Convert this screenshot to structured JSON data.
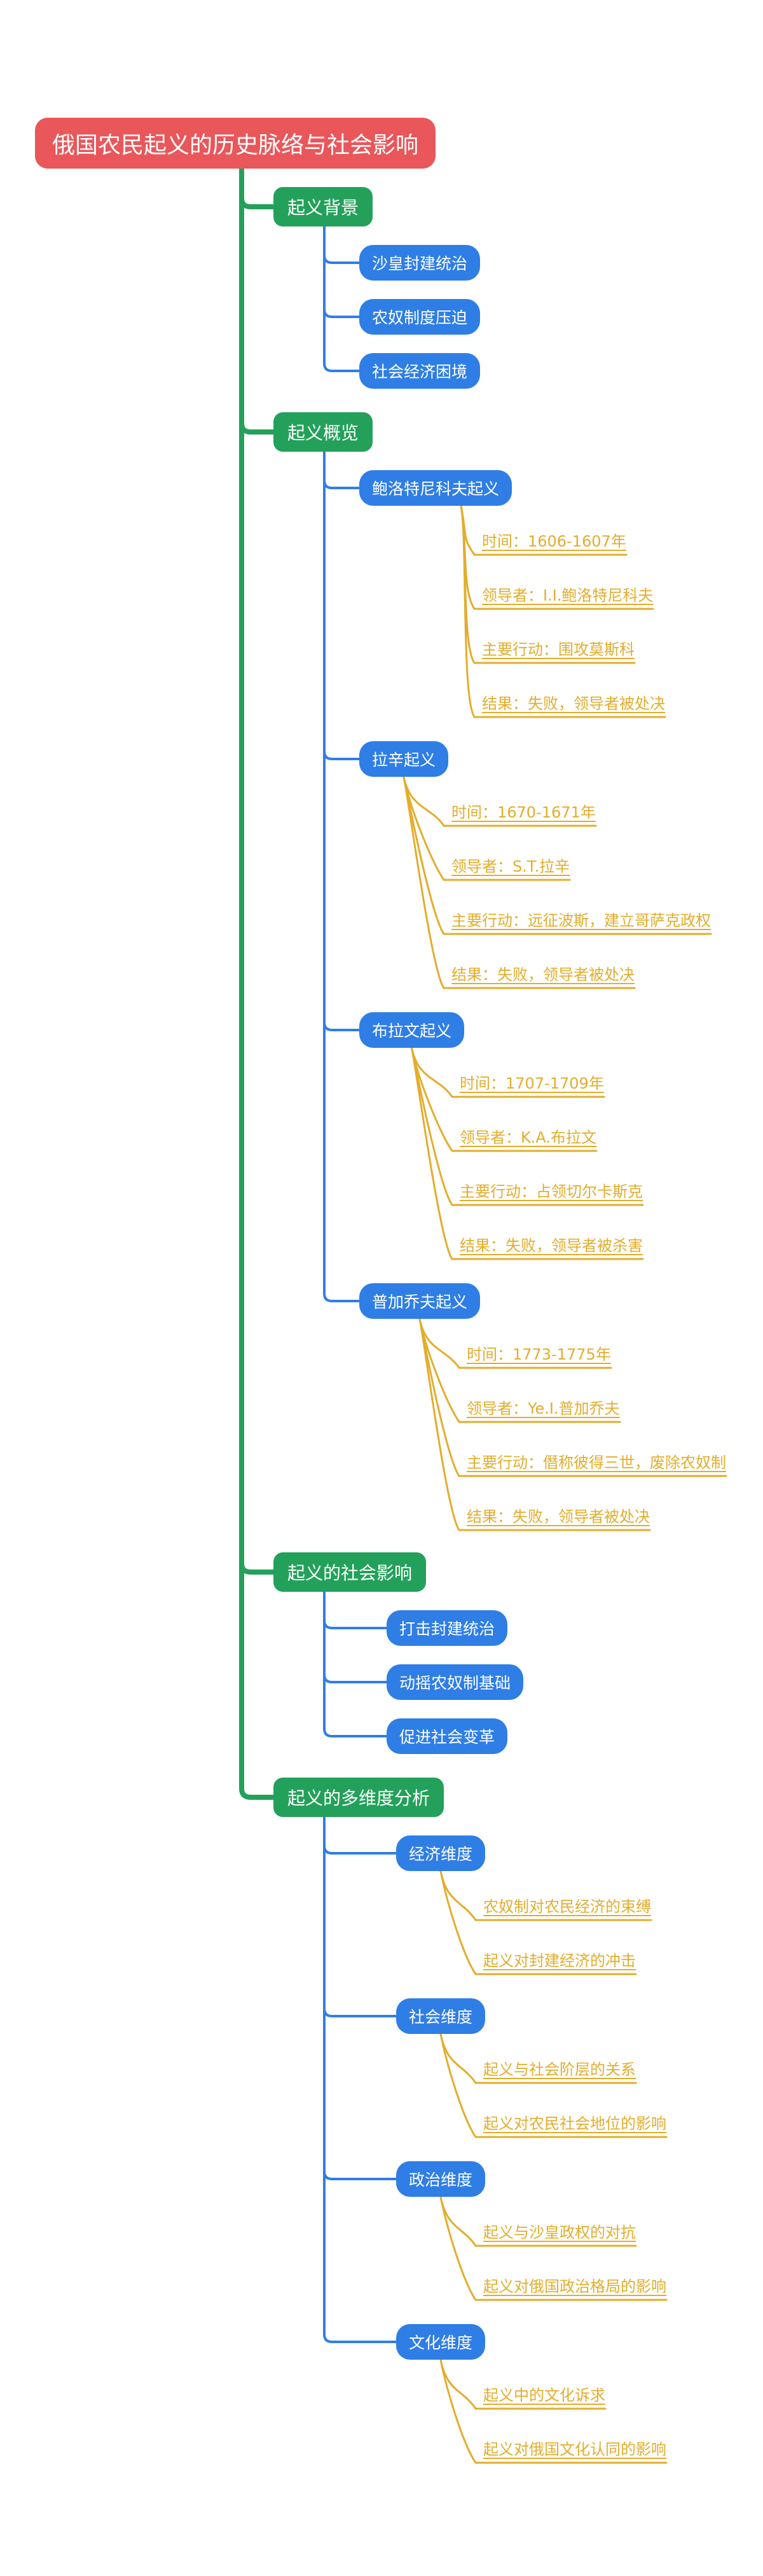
{
  "title": "俄国农民起义的历史脉络与社会影响",
  "colors": {
    "root": "#e9575b",
    "section": "#23a15a",
    "subnode": "#2f7ee6",
    "leaf": "#e3ad2c",
    "trunk_line": "#23a15a",
    "branch_line": "#2f7ee6",
    "leaf_line": "#e3ad2c"
  },
  "sections": [
    {
      "label": "起义背景",
      "children": [
        {
          "label": "沙皇封建统治"
        },
        {
          "label": "农奴制度压迫"
        },
        {
          "label": "社会经济困境"
        }
      ]
    },
    {
      "label": "起义概览",
      "children": [
        {
          "label": "鲍洛特尼科夫起义",
          "leaves": [
            "时间：1606-1607年",
            "领导者：I.I.鲍洛特尼科夫",
            "主要行动：围攻莫斯科",
            "结果：失败，领导者被处决"
          ]
        },
        {
          "label": "拉辛起义",
          "leaves": [
            "时间：1670-1671年",
            "领导者：S.T.拉辛",
            "主要行动：远征波斯，建立哥萨克政权",
            "结果：失败，领导者被处决"
          ]
        },
        {
          "label": "布拉文起义",
          "leaves": [
            "时间：1707-1709年",
            "领导者：K.A.布拉文",
            "主要行动：占领切尔卡斯克",
            "结果：失败，领导者被杀害"
          ]
        },
        {
          "label": "普加乔夫起义",
          "leaves": [
            "时间：1773-1775年",
            "领导者：Ye.I.普加乔夫",
            "主要行动：僭称彼得三世，废除农奴制",
            "结果：失败，领导者被处决"
          ]
        }
      ]
    },
    {
      "label": "起义的社会影响",
      "children": [
        {
          "label": "打击封建统治"
        },
        {
          "label": "动摇农奴制基础"
        },
        {
          "label": "促进社会变革"
        }
      ]
    },
    {
      "label": "起义的多维度分析",
      "children": [
        {
          "label": "经济维度",
          "leaves": [
            "农奴制对农民经济的束缚",
            "起义对封建经济的冲击"
          ]
        },
        {
          "label": "社会维度",
          "leaves": [
            "起义与社会阶层的关系",
            "起义对农民社会地位的影响"
          ]
        },
        {
          "label": "政治维度",
          "leaves": [
            "起义与沙皇政权的对抗",
            "起义对俄国政治格局的影响"
          ]
        },
        {
          "label": "文化维度",
          "leaves": [
            "起义中的文化诉求",
            "起义对俄国文化认同的影响"
          ]
        }
      ]
    }
  ]
}
